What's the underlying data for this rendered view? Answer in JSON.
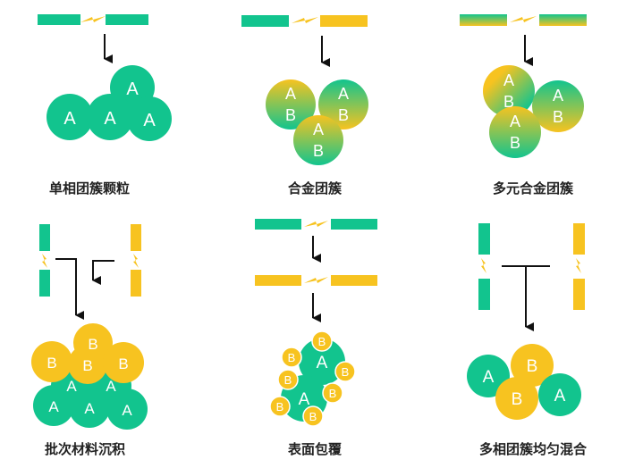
{
  "colors": {
    "green": "#12C48E",
    "yellow": "#F7C320",
    "spark": "#F7C320",
    "arrow": "#111111"
  },
  "panels": [
    {
      "label": "单相团簇颗粒"
    },
    {
      "label": "合金团簇"
    },
    {
      "label": "多元合金团簇"
    },
    {
      "label": "批次材料沉积"
    },
    {
      "label": "表面包覆"
    },
    {
      "label": "多相团簇均匀混合"
    }
  ],
  "letters": {
    "a": "A",
    "b": "B"
  }
}
